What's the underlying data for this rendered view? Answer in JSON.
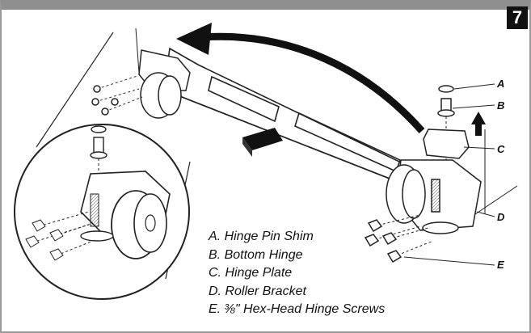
{
  "step": {
    "number": "7"
  },
  "callouts": {
    "a": "A",
    "b": "B",
    "c": "C",
    "d": "D",
    "e": "E"
  },
  "legend": {
    "items": [
      "A. Hinge Pin Shim",
      "B. Bottom Hinge",
      "C. Hinge Plate",
      "D. Roller Bracket",
      "E. ⅜\" Hex-Head Hinge Screws"
    ]
  }
}
